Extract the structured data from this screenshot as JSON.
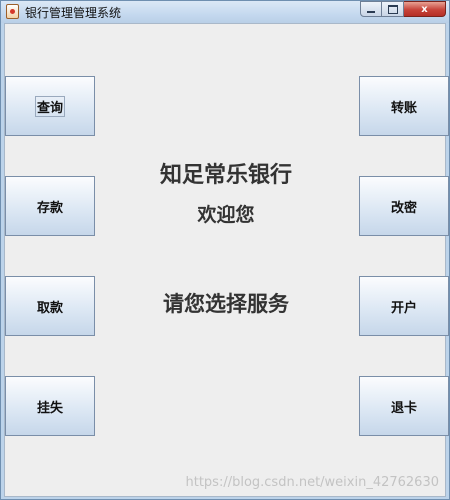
{
  "window": {
    "title": "银行管理管理系统",
    "controls": {
      "minimize": "",
      "maximize": "",
      "close": "x"
    }
  },
  "headings": {
    "bank_name": "知足常乐银行",
    "welcome": "欢迎您",
    "prompt": "请您选择服务"
  },
  "left_buttons": [
    {
      "label": "查询"
    },
    {
      "label": "存款"
    },
    {
      "label": "取款"
    },
    {
      "label": "挂失"
    }
  ],
  "right_buttons": [
    {
      "label": "转账"
    },
    {
      "label": "改密"
    },
    {
      "label": "开户"
    },
    {
      "label": "退卡"
    }
  ],
  "watermark": "https://blog.csdn.net/weixin_42762630"
}
